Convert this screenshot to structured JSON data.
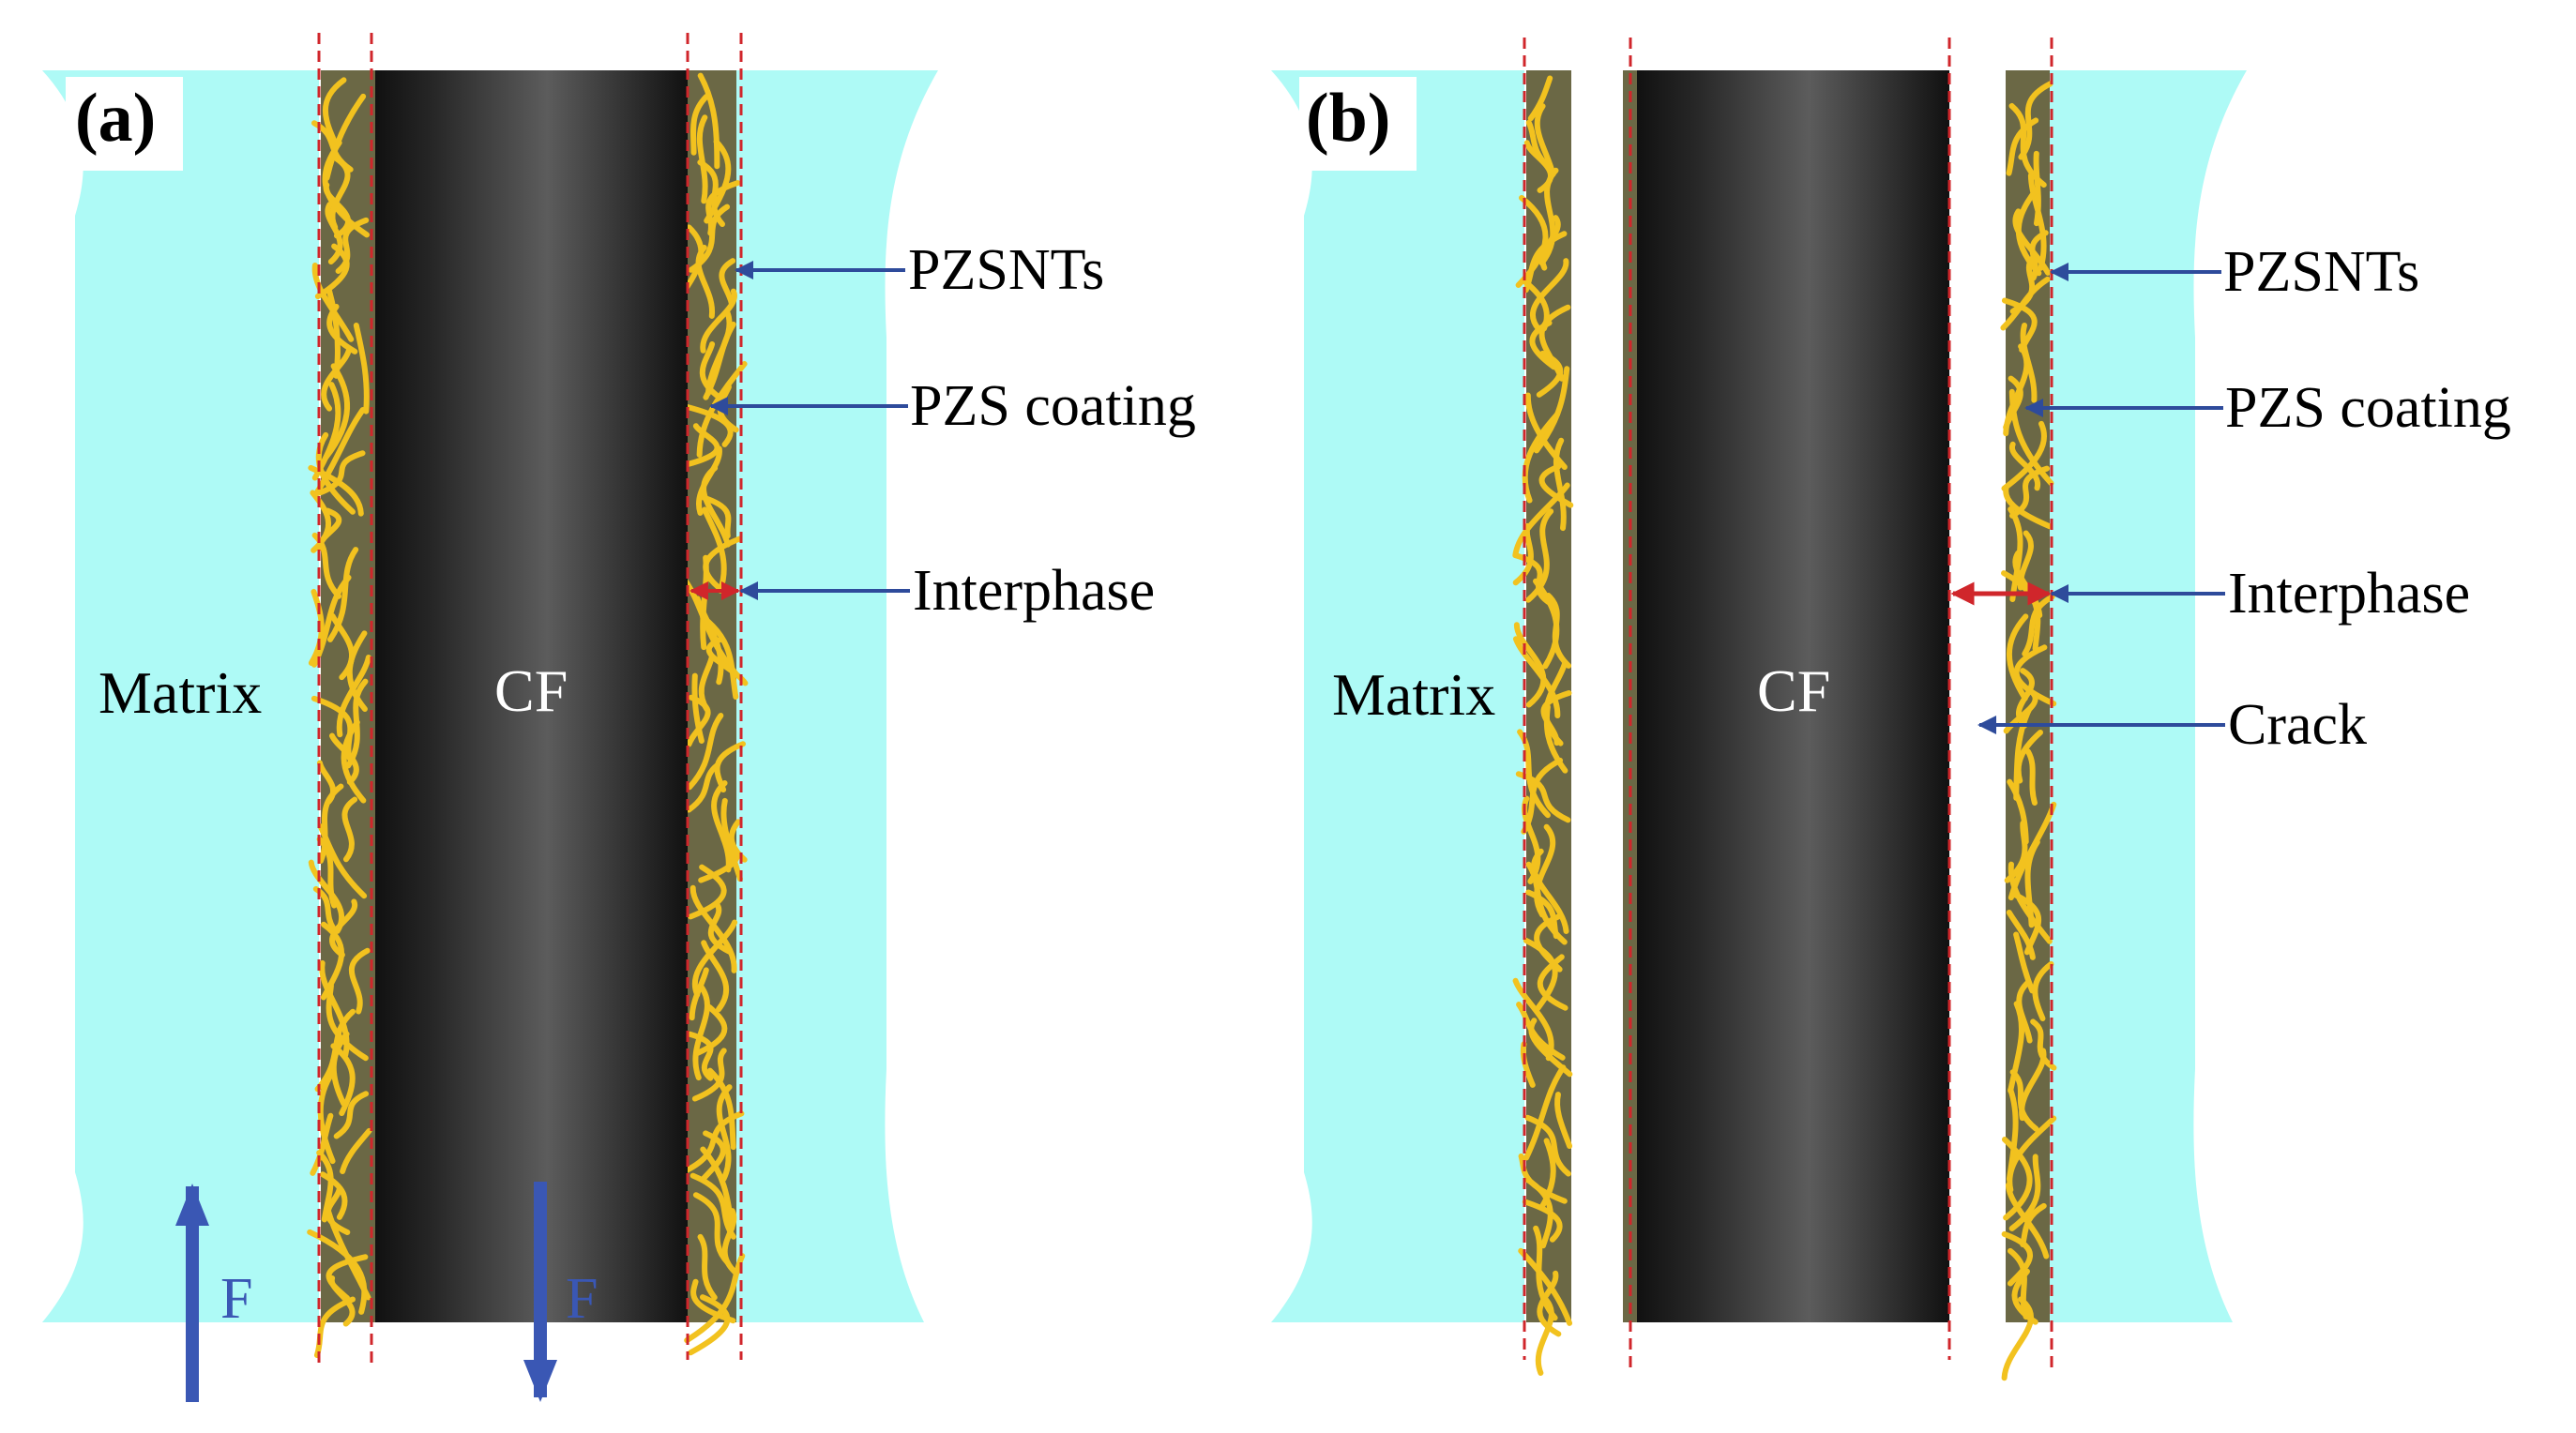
{
  "colors": {
    "matrix": "#aefaf6",
    "coating": "#6b6845",
    "nanotube": "#f2c21f",
    "fiber_dark": "#111111",
    "fiber_light": "#5c5c5c",
    "guide_line": "#d0262b",
    "callout_arrow": "#2e4b9b",
    "force_arrow": "#3a57b4",
    "interphase_arrow": "#d0262b"
  },
  "panel_a": {
    "label": "(a)",
    "matrix_label": "Matrix",
    "fiber_label": "CF",
    "callouts": [
      "PZSNTs",
      "PZS coating",
      "Interphase"
    ],
    "force_label_up": "F",
    "force_label_down": "F"
  },
  "panel_b": {
    "label": "(b)",
    "matrix_label": "Matrix",
    "fiber_label": "CF",
    "callouts": [
      "PZSNTs",
      "PZS coating",
      "Interphase",
      "Crack"
    ]
  }
}
